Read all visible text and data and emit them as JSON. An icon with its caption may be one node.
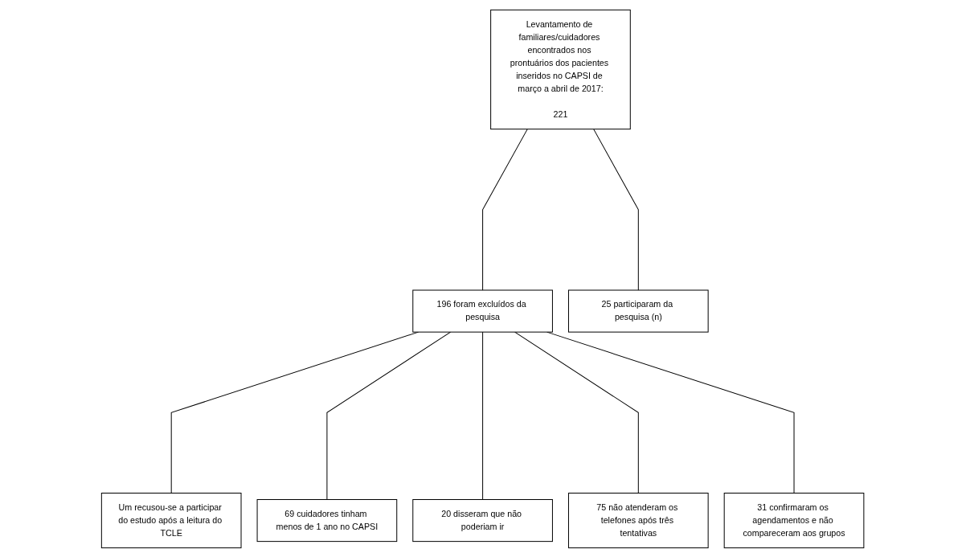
{
  "diagram": {
    "nodes": [
      {
        "text": [
          "Levantamento de familiares/cuidadores encontrados nos prontuários dos pacientes inseridos no CAPSI de março a abril de 2017:",
          "221"
        ]
      },
      {
        "text": [
          "196 foram excluídos da pesquisa"
        ]
      },
      {
        "text": [
          "25 participaram da pesquisa (n)"
        ]
      },
      {
        "text": [
          "Um recusou-se a participar do estudo após a leitura do TCLE"
        ]
      },
      {
        "text": [
          "69 cuidadores tinham menos de 1 ano no CAPSI"
        ]
      },
      {
        "text": [
          "20 disseram que não poderiam ir"
        ]
      },
      {
        "text": [
          "75 não atenderam os telefones após três tentativas"
        ]
      },
      {
        "text": [
          "31 confirmaram os agendamentos e não compareceram aos grupos"
        ]
      }
    ],
    "edges": [
      {
        "from": 0,
        "to": 2,
        "arrow": "none"
      },
      {
        "from": 0,
        "to": 1,
        "arrow": "none"
      },
      {
        "from": 1,
        "to": 3,
        "arrow": "none"
      },
      {
        "from": 1,
        "to": 4,
        "arrow": "none"
      },
      {
        "from": 1,
        "to": 5,
        "arrow": "none"
      },
      {
        "from": 1,
        "to": 6,
        "arrow": "none"
      },
      {
        "from": 1,
        "to": 7,
        "arrow": "none"
      }
    ]
  }
}
